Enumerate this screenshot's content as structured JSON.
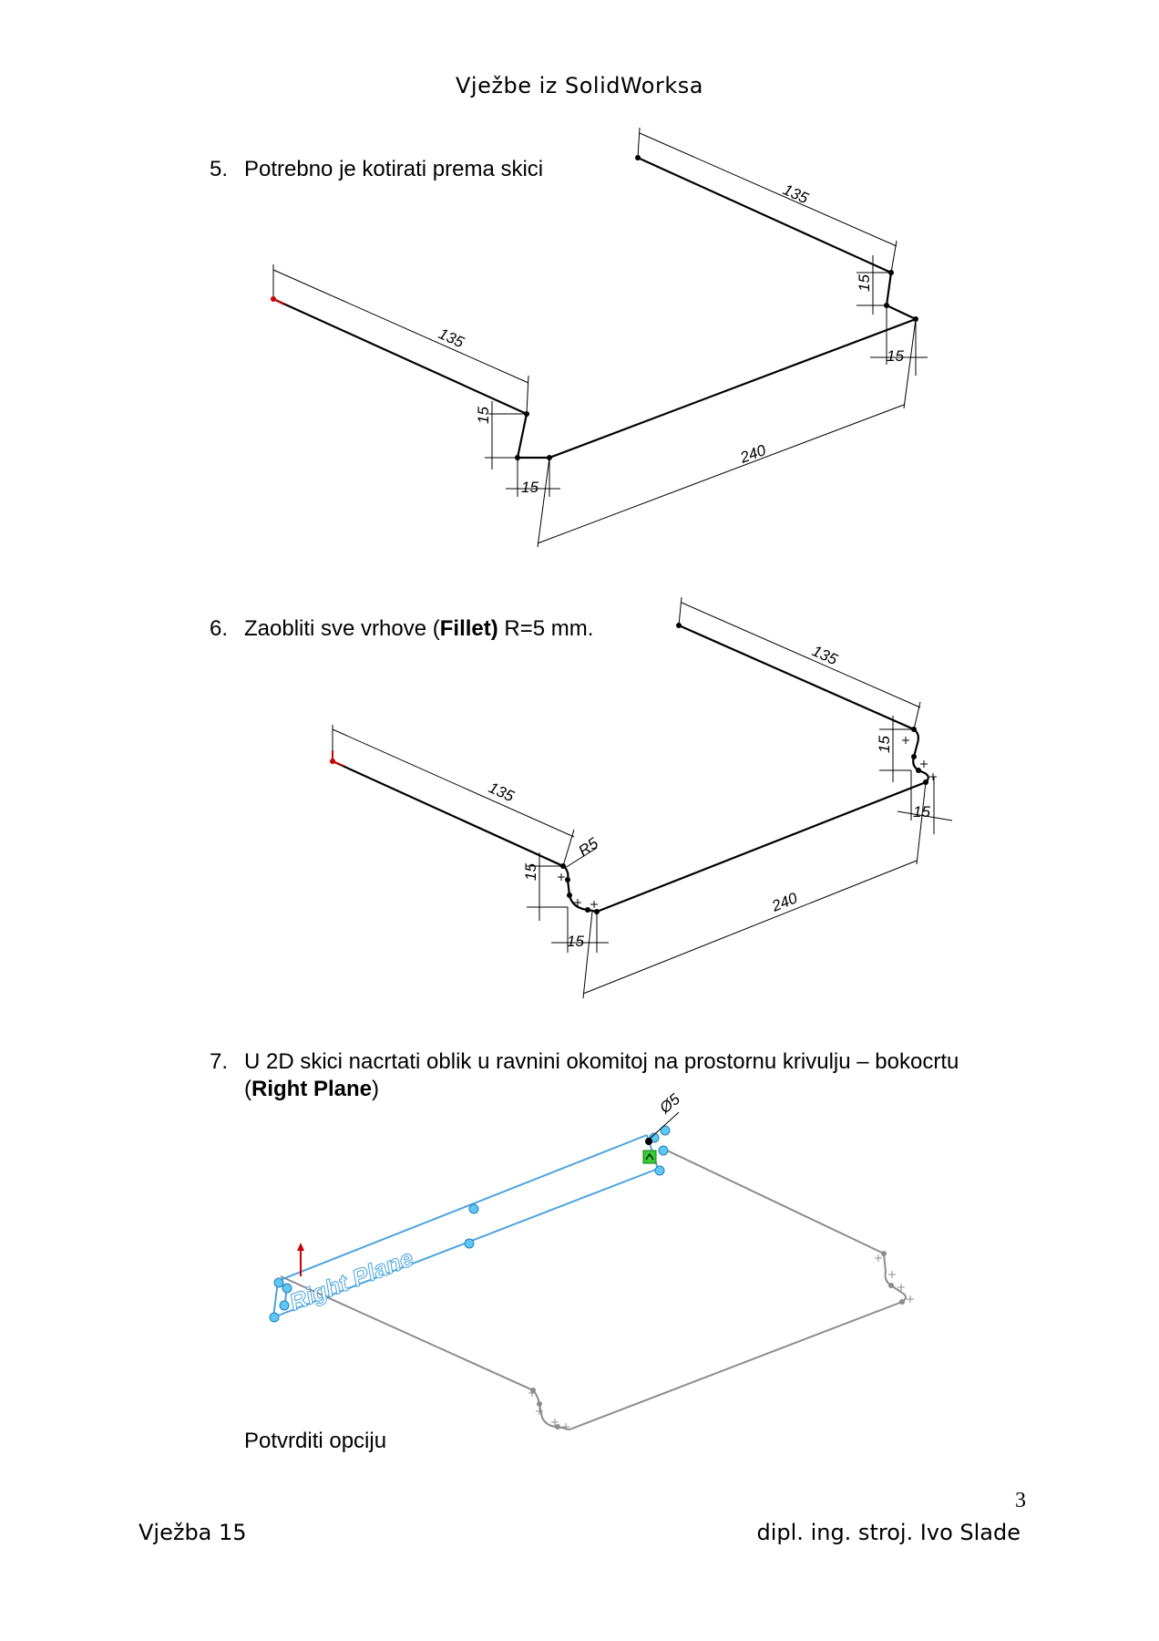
{
  "header": {
    "title": "Vježbe iz SolidWorksa"
  },
  "steps": [
    {
      "number": "5.",
      "text": "Potrebno je kotirati prema skici"
    },
    {
      "number": "6.",
      "text_before": "Zaobliti sve vrhove (",
      "bold": "Fillet)",
      "text_after": " R=5 mm."
    },
    {
      "number": "7.",
      "line1": "U 2D skici nacrtati oblik u ravnini okomitoj na prostornu krivulju – bokocrtu",
      "line2_before": "(",
      "line2_bold": "Right Plane",
      "line2_after": ")"
    }
  ],
  "figure1": {
    "dims": [
      "135",
      "135",
      "15",
      "15",
      "15",
      "15",
      "240"
    ]
  },
  "figure2": {
    "dims": [
      "135",
      "135",
      "15",
      "15",
      "15",
      "15",
      "240",
      "R5"
    ]
  },
  "figure3": {
    "plane_label": "Right Plane",
    "diameter_label": "Ø5"
  },
  "confirm_text": "Potvrditi opciju",
  "page_number": "3",
  "footer": {
    "left": "Vježba 15",
    "right": "dipl. ing. stroj. Ivo Slade"
  },
  "colors": {
    "sketch_blue": "#4aa3df",
    "handle": "#5bc8f5",
    "inactive_gray": "#8c8c8c",
    "origin_red": "#cc0000",
    "constraint_green": "#33cc33"
  }
}
